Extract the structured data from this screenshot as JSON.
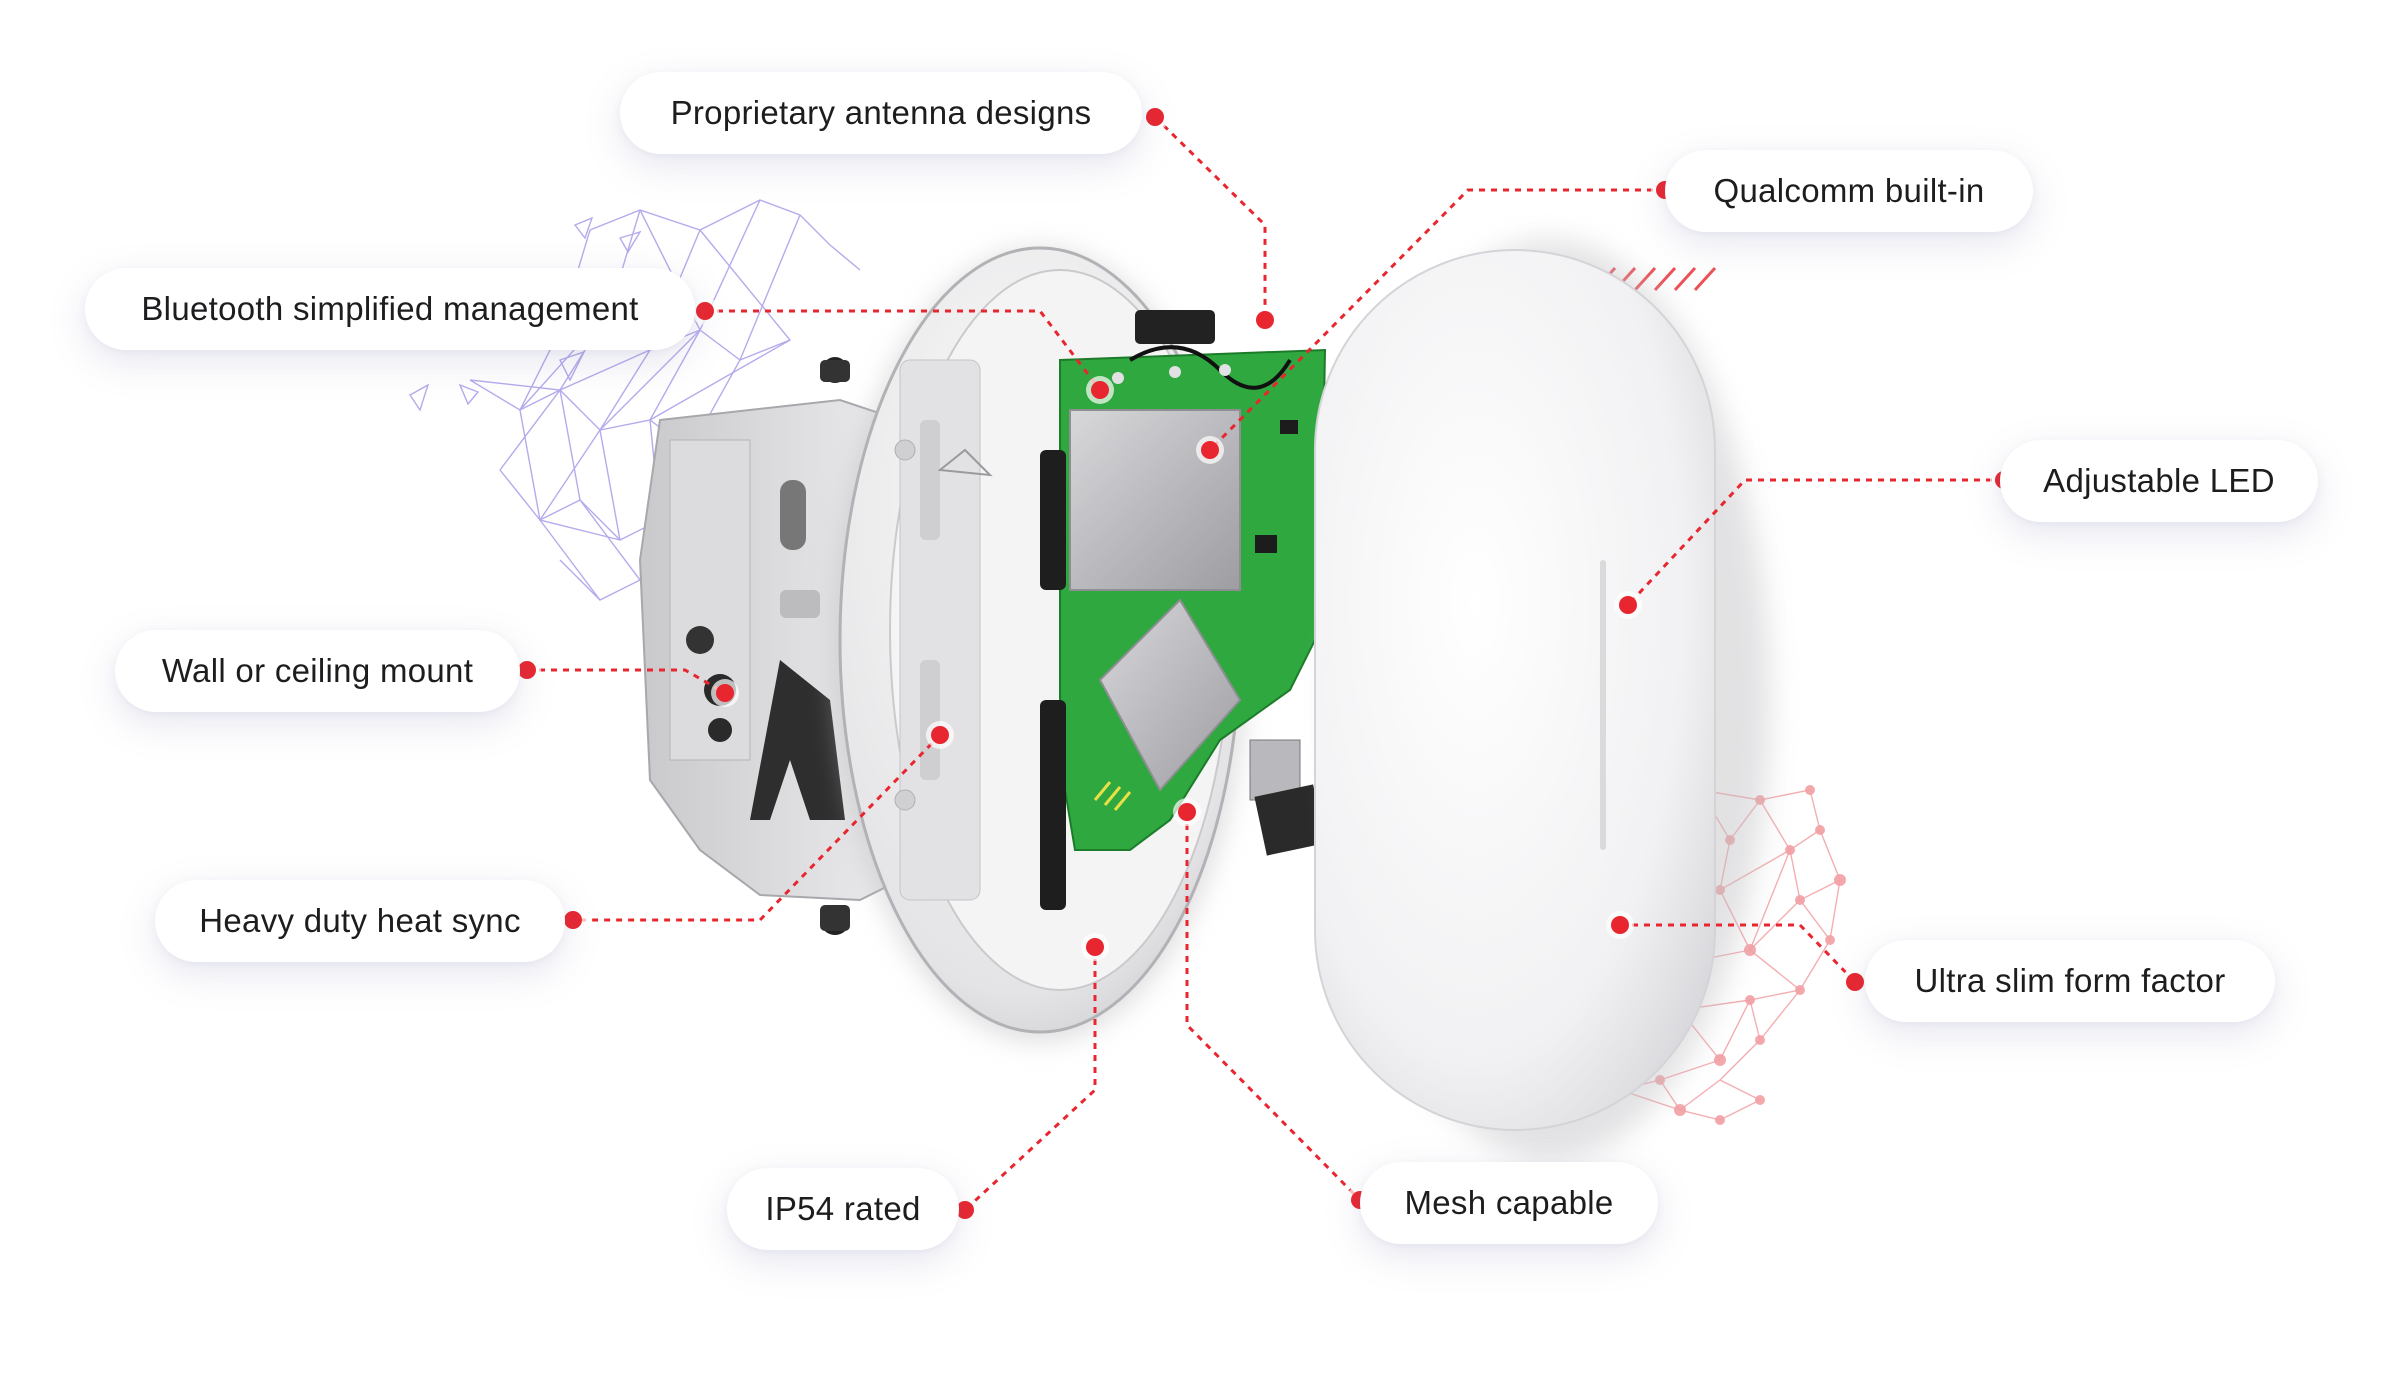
{
  "accent_color": "#e8262f",
  "labels": {
    "antenna": "Proprietary antenna designs",
    "qualcomm": "Qualcomm built-in",
    "bluetooth": "Bluetooth simplified management",
    "led": "Adjustable LED",
    "mount": "Wall or ceiling mount",
    "heat": "Heavy duty heat sync",
    "slim": "Ultra slim form factor",
    "ip54": "IP54 rated",
    "mesh": "Mesh capable"
  }
}
